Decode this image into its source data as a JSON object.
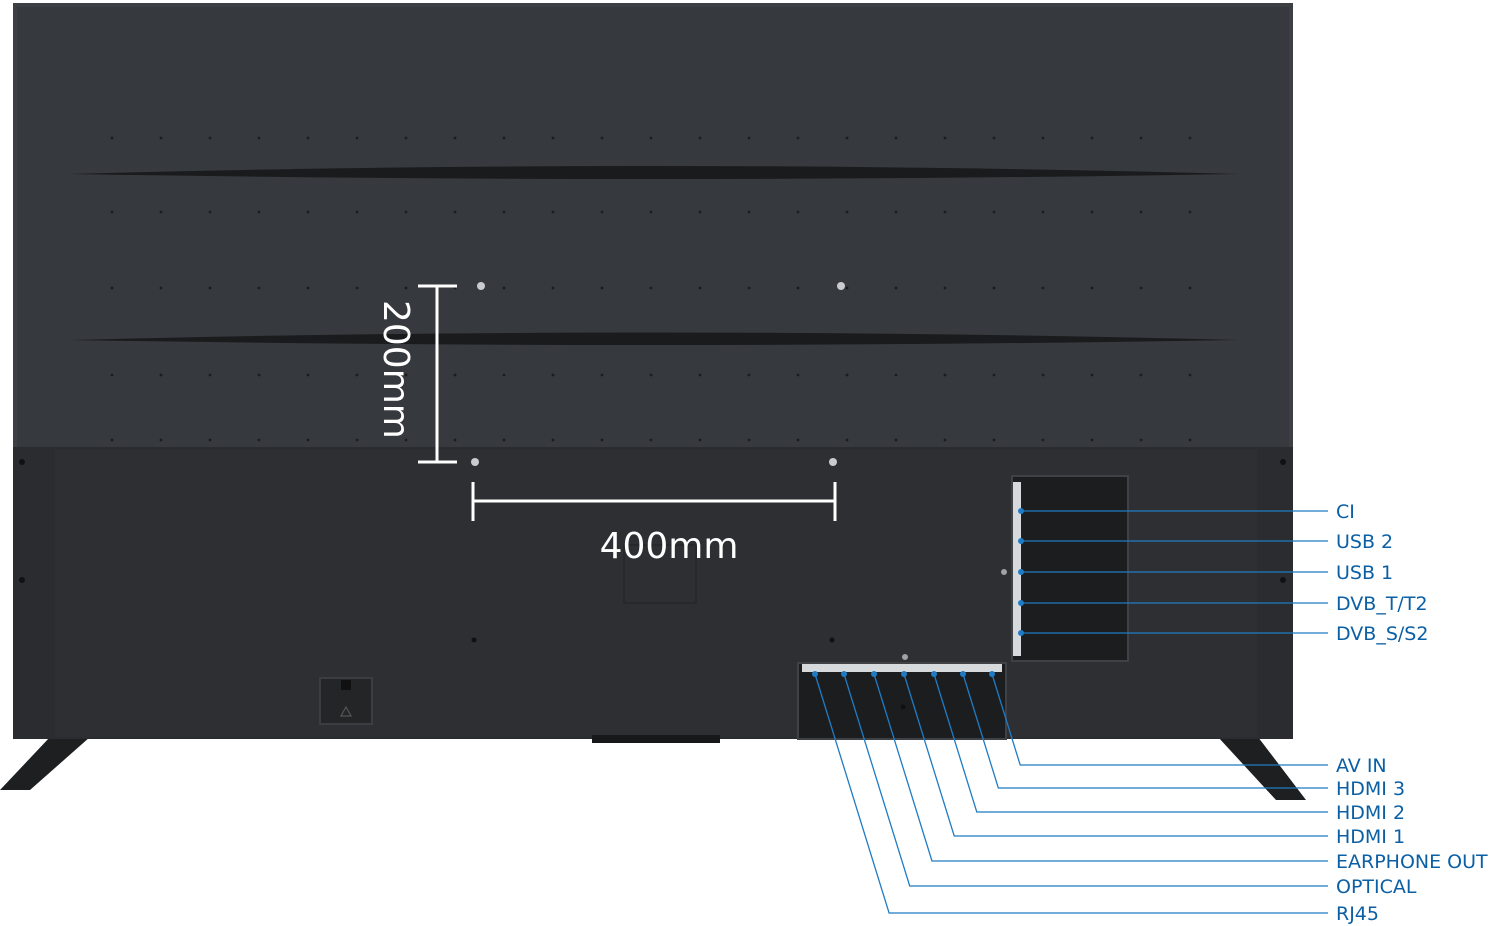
{
  "diagram": {
    "dimensions": {
      "horizontal": "400mm",
      "vertical": "200mm"
    },
    "side_ports": [
      "CI",
      "USB 2",
      "USB 1",
      "DVB_T/T2",
      "DVB_S/S2"
    ],
    "bottom_ports": [
      "AV IN",
      "HDMI 3",
      "HDMI 2",
      "HDMI 1",
      "EARPHONE OUT",
      "OPTICAL",
      "RJ45"
    ],
    "colors": {
      "panel_upper": "#36393d",
      "panel_lower": "#2a2c2f",
      "callout": "#1f7cc4",
      "label": "#0b5fa5",
      "dimension": "#ffffff"
    }
  }
}
